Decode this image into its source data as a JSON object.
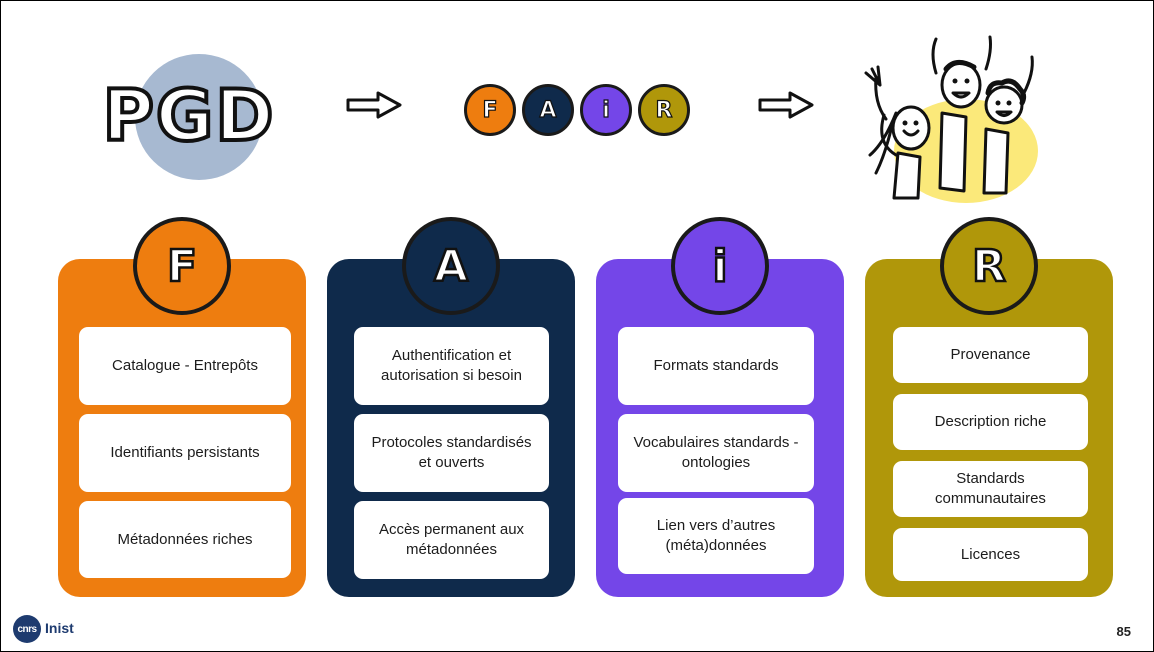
{
  "header": {
    "pgd_label": "PGD",
    "fair_letters": [
      {
        "letter": "F",
        "color": "#ee7d0f"
      },
      {
        "letter": "A",
        "color": "#0f2a4b"
      },
      {
        "letter": "i",
        "color": "#7446e8"
      },
      {
        "letter": "R",
        "color": "#b0970a"
      }
    ],
    "arrow_icon": "right-arrow-outline-icon",
    "celebration_icon": "cheering-people-illustration"
  },
  "columns": [
    {
      "letter": "F",
      "color": "#ee7d0f",
      "items": [
        "Catalogue - Entrepôts",
        "Identifiants persistants",
        "Métadonnées riches"
      ]
    },
    {
      "letter": "A",
      "color": "#0f2a4b",
      "items": [
        "Authentification et autorisation si besoin",
        "Protocoles standardisés et ouverts",
        "Accès permanent aux métadonnées"
      ]
    },
    {
      "letter": "i",
      "color": "#7446e8",
      "items": [
        "Formats standards",
        "Vocabulaires standards - ontologies",
        "Lien vers d’autres (méta)données"
      ]
    },
    {
      "letter": "R",
      "color": "#b0970a",
      "items": [
        "Provenance",
        "Description riche",
        "Standards communautaires",
        "Licences"
      ]
    }
  ],
  "footer": {
    "logo_mark": "cnrs",
    "logo_text": "Inist",
    "page_number": "85"
  }
}
